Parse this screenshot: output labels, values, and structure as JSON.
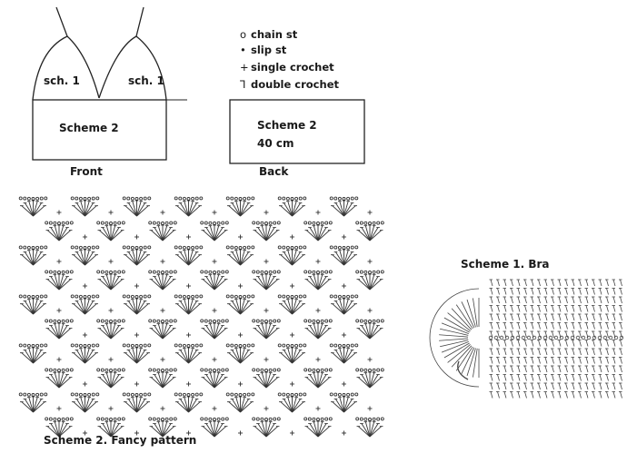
{
  "legend": {
    "items": [
      {
        "symbol": "o",
        "label": "chain st"
      },
      {
        "symbol": "•",
        "label": "slip st"
      },
      {
        "symbol": "+",
        "label": "single crochet"
      },
      {
        "symbol": "Ꞁ",
        "label": "double crochet"
      }
    ]
  },
  "front": {
    "left_cup_label": "sch. 1",
    "right_cup_label": "sch. 1",
    "band_label": "Scheme 2",
    "caption": "Front"
  },
  "back": {
    "band_label": "Scheme 2",
    "measure": "40 cm",
    "caption": "Back"
  },
  "fancy_pattern": {
    "caption": "Scheme 2. Fancy pattern"
  },
  "bra_scheme": {
    "caption": "Scheme 1. Bra"
  }
}
